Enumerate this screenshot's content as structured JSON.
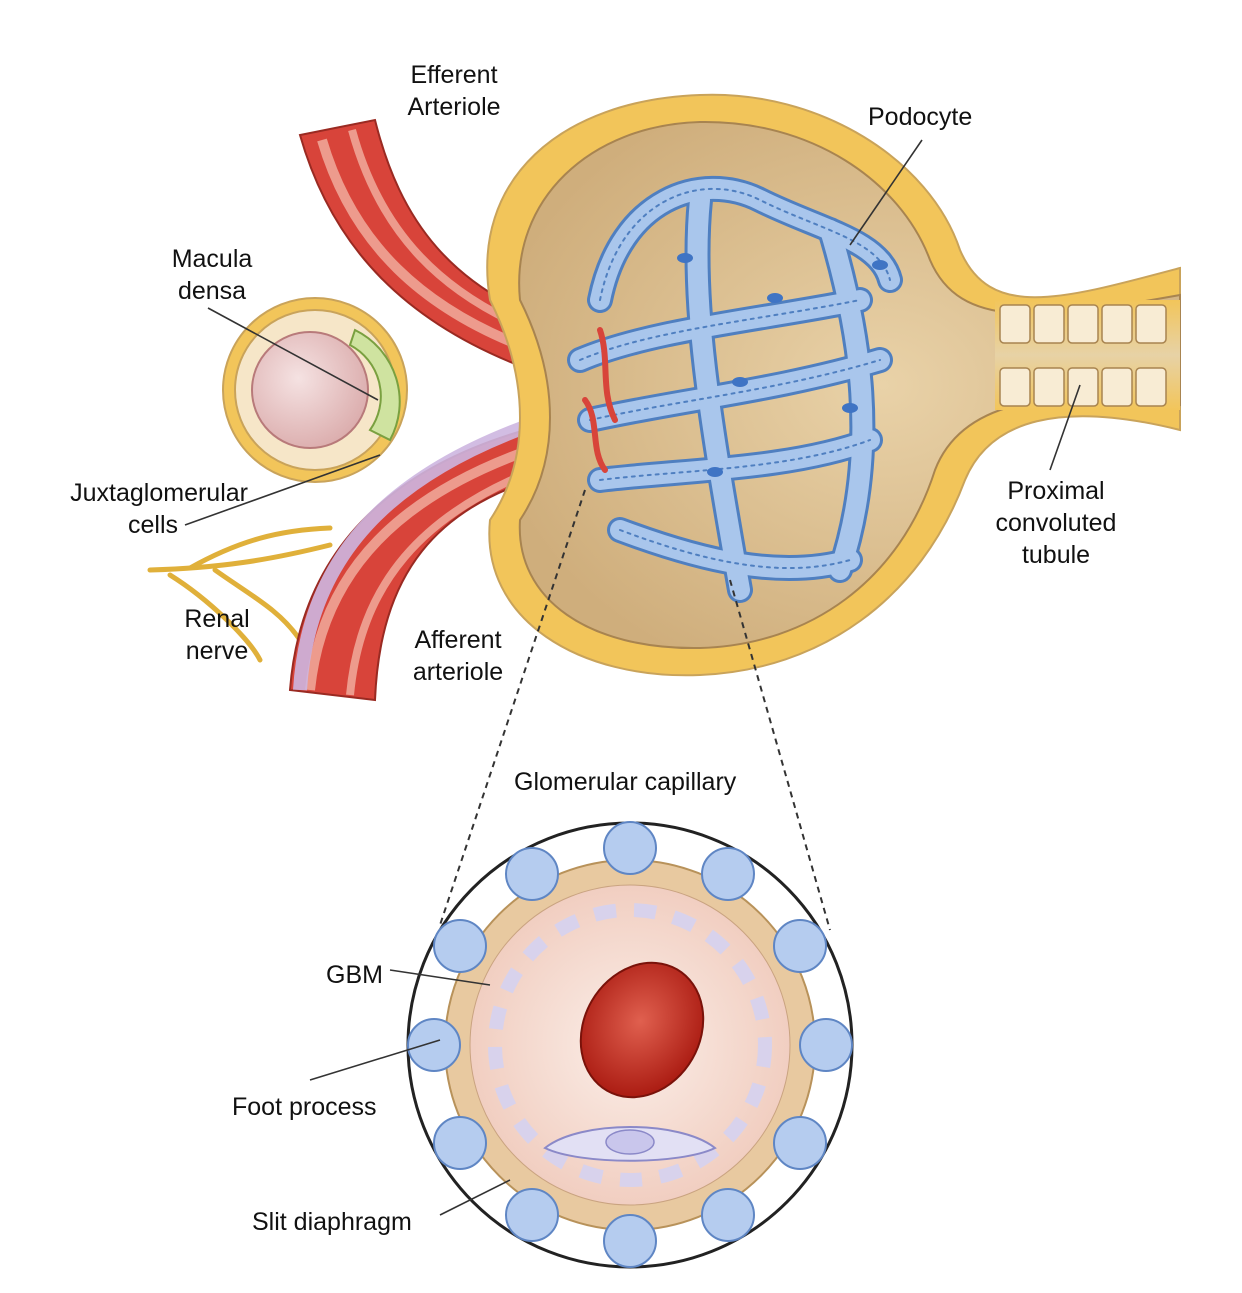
{
  "labels": {
    "efferent_arteriole": [
      "Efferent",
      "Arteriole"
    ],
    "podocyte": "Podocyte",
    "macula_densa": [
      "Macula",
      "densa"
    ],
    "juxtaglomerular_cells": [
      "Juxtaglomerular",
      "cells"
    ],
    "renal_nerve": [
      "Renal",
      "nerve"
    ],
    "afferent_arteriole": [
      "Afferent",
      "arteriole"
    ],
    "proximal_convoluted_tubule": [
      "Proximal",
      "convoluted",
      "tubule"
    ],
    "glomerular_capillary": "Glomerular capillary",
    "gbm": "GBM",
    "foot_process": "Foot process",
    "slit_diaphragm": "Slit diaphragm"
  },
  "colors": {
    "capsule_outer": "#f2c55a",
    "capsule_inner": "#d9b98a",
    "capsule_edge": "#c9a35a",
    "arteriole_red": "#d8443a",
    "arteriole_light": "#e98a7a",
    "podocyte_blue": "#a9c6ec",
    "podocyte_edge": "#4f7fc0",
    "tubule_cell": "#f6e6c8",
    "macula_green": "#cfe3a0",
    "nerve_yellow": "#e6b63a",
    "rbc_red": "#c62a1e",
    "lumen_pink": "#f6dcd4",
    "gbm_tan": "#e8c9a0",
    "leader_line": "#333333"
  }
}
